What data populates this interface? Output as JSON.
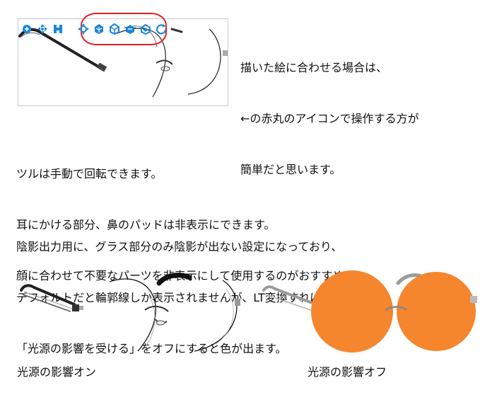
{
  "toolbar": {
    "icons": [
      "move-camera-icon",
      "pan-camera-icon",
      "zoom-camera-icon",
      "move-object-icon",
      "rotate-object-icon",
      "reset-view-icon",
      "front-view-icon",
      "top-view-icon",
      "scale-icon"
    ],
    "highlight_color": "#e02020",
    "icon_color": "#1a86d8"
  },
  "notes": {
    "top_right": [
      "描いた絵に合わせる場合は、",
      "←の赤丸のアイコンで操作する方が",
      "簡単だと思います。"
    ],
    "paragraph1": [
      "ツルは手動で回転できます。",
      "耳にかける部分、鼻のパッドは非表示にできます。",
      "顔に合わせて不要なパーツを非表示にして使用するのがおすすめ。"
    ],
    "paragraph2": [
      "陰影出力用に、グラス部分のみ陰影が出ない設定になっており、",
      "デフォルトだと輪郭線しか表示されませんが、LT変換すれば出ます。",
      "「光源の影響を受ける」をオフにすると色が出ます。"
    ]
  },
  "captions": {
    "left": "光源の影響オン",
    "right": "光源の影響オフ"
  },
  "colors": {
    "lens_fill": "#f5862e",
    "frame_dark": "#222222",
    "frame_gray": "#9a9a9a"
  }
}
